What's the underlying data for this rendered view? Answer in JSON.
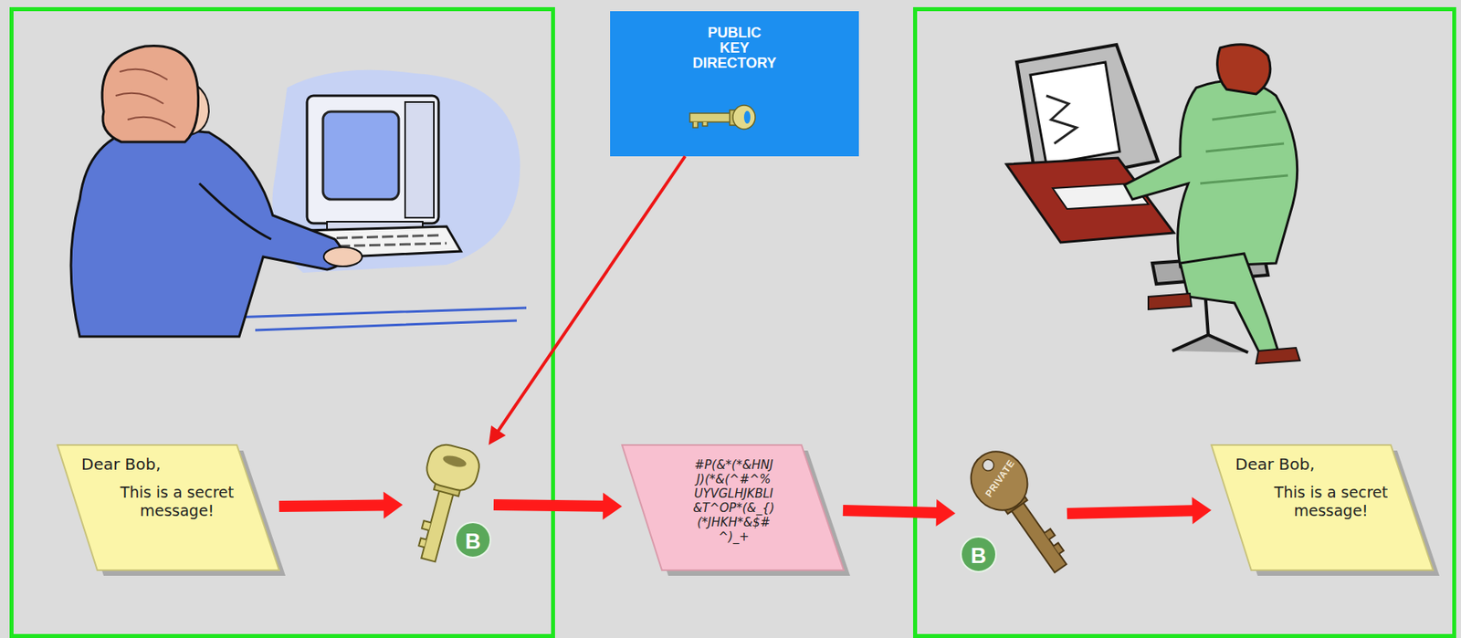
{
  "diagram": {
    "nodes": [
      {
        "text": [
          "PUBLIC KEY DIRECTORY"
        ]
      },
      {
        "text": [
          "Dear Bob,",
          "This is a secret message!"
        ]
      },
      {
        "text": [
          "B"
        ]
      },
      {
        "text": [
          "#P(&*(*&HNJ J)(*&(^#^% UYVGLHJKBLI &T^OP*(&_{) (*JHKH*&$# ^)_+"
        ]
      },
      {
        "text": [
          "PRIVATE",
          "B"
        ]
      },
      {
        "text": [
          "Dear Bob,",
          "This is a secret message!"
        ]
      }
    ],
    "edges": [
      {
        "from": 0,
        "to": 2,
        "arrow": "to"
      },
      {
        "from": 1,
        "to": 2,
        "arrow": "to"
      },
      {
        "from": 2,
        "to": 3,
        "arrow": "to"
      },
      {
        "from": 3,
        "to": 4,
        "arrow": "to"
      },
      {
        "from": 4,
        "to": 5,
        "arrow": "to"
      }
    ]
  }
}
